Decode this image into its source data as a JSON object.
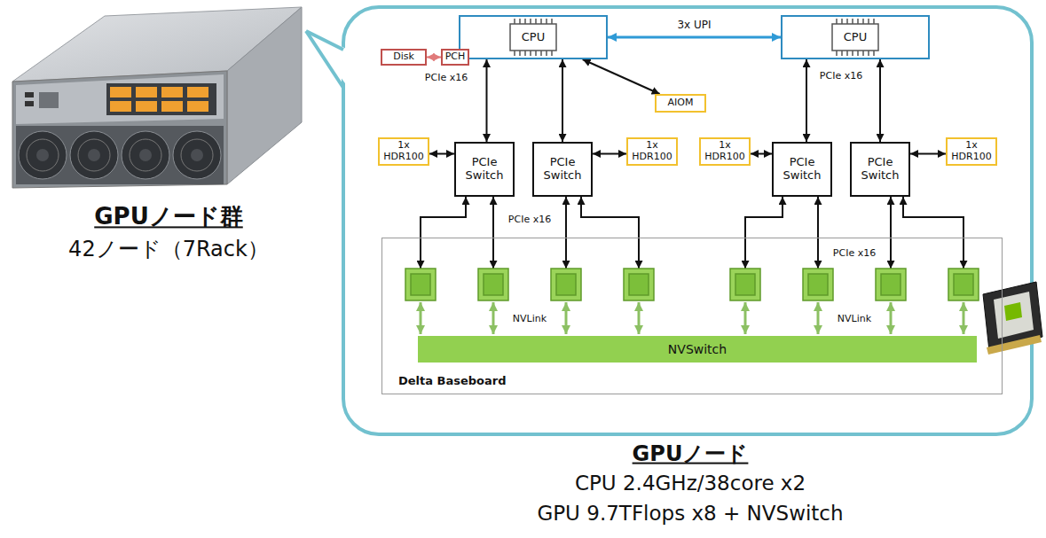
{
  "diagram": {
    "nodes": [
      {
        "text": [
          "CPU"
        ]
      },
      {
        "text": [
          "CPU"
        ]
      },
      {
        "text": [
          "Disk"
        ]
      },
      {
        "text": [
          "PCH"
        ]
      },
      {
        "text": [
          "AIOM"
        ]
      },
      {
        "text": [
          "1x HDR100"
        ]
      },
      {
        "text": [
          "PCIe Switch"
        ]
      },
      {
        "text": [
          "PCIe Switch"
        ]
      },
      {
        "text": [
          "1x HDR100"
        ]
      },
      {
        "text": [
          "1x HDR100"
        ]
      },
      {
        "text": [
          "PCIe Switch"
        ]
      },
      {
        "text": [
          "PCIe Switch"
        ]
      },
      {
        "text": [
          "1x HDR100"
        ]
      },
      {
        "text": [
          "Delta Baseboard"
        ]
      },
      {
        "text": [
          "NVSwitch"
        ],
        "in": 13
      }
    ],
    "edges": [
      {
        "from": 0,
        "to": 1,
        "label": "3x UPI",
        "arrow": "both"
      },
      {
        "from": 2,
        "to": 3,
        "arrow": "both"
      },
      {
        "from": 0,
        "to": 4,
        "arrow": "both"
      },
      {
        "from": 0,
        "to": 6,
        "arrow": "both"
      },
      {
        "from": 0,
        "to": 7,
        "arrow": "both"
      },
      {
        "from": 5,
        "to": 6,
        "arrow": "both"
      },
      {
        "from": 7,
        "to": 8,
        "arrow": "both"
      },
      {
        "from": 1,
        "to": 10,
        "arrow": "both"
      },
      {
        "from": 1,
        "to": 11,
        "arrow": "both"
      },
      {
        "from": 9,
        "to": 10,
        "arrow": "both"
      },
      {
        "from": 11,
        "to": 12,
        "arrow": "both"
      }
    ],
    "labels": [
      "GPUノード群",
      "42ノード（7Rack）",
      "PCIe x16",
      "PCIe x16",
      "PCIe x16",
      "PCIe x16",
      "NVLink",
      "NVLink",
      "GPUノード",
      "CPU 2.4GHz/38core x2",
      "GPU 9.7TFlops x8 + NVSwitch"
    ]
  }
}
